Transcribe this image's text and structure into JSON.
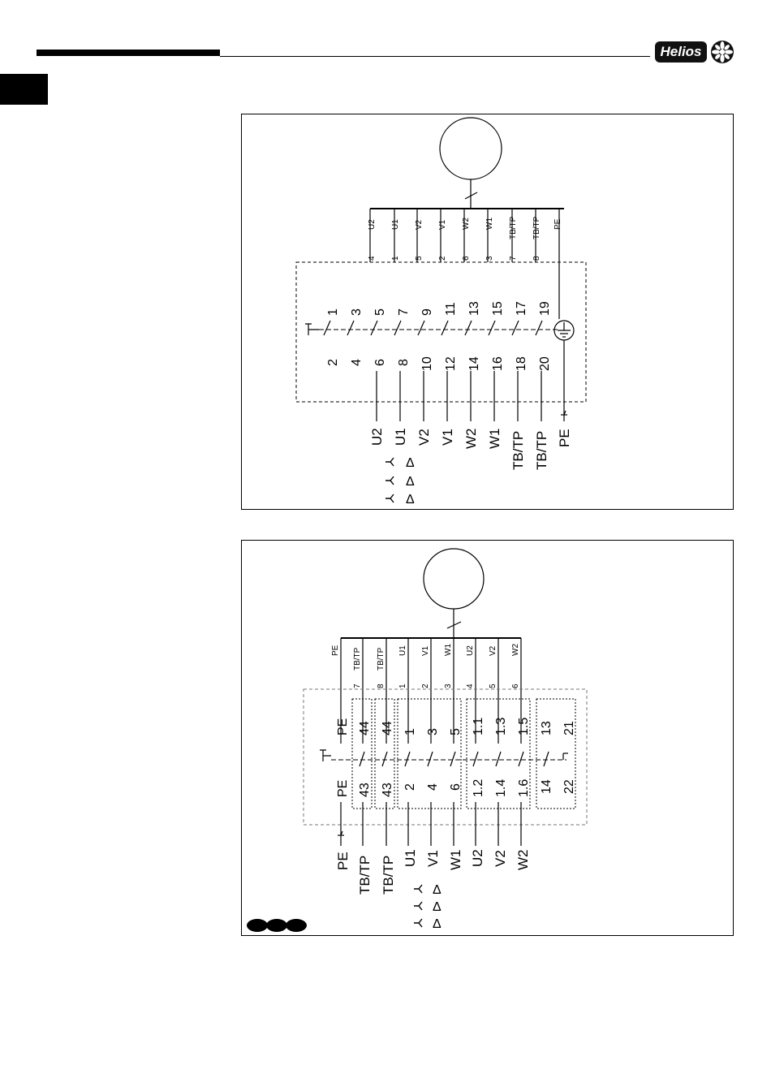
{
  "brand": "Helios",
  "diagram_a": {
    "top_labels": [
      "U2",
      "U1",
      "V2",
      "V1",
      "W2",
      "W1",
      "TB/TP",
      "TB/TP",
      "PE"
    ],
    "wire_numbers": [
      "4",
      "1",
      "5",
      "2",
      "6",
      "3",
      "7",
      "8"
    ],
    "upper_terminals": [
      "1",
      "3",
      "5",
      "7",
      "9",
      "11",
      "13",
      "15",
      "17",
      "19"
    ],
    "lower_terminals": [
      "2",
      "4",
      "6",
      "8",
      "10",
      "12",
      "14",
      "16",
      "18",
      "20"
    ],
    "bottom_labels": [
      "U2",
      "U1",
      "V2",
      "V1",
      "W2",
      "W1",
      "TB/TP",
      "TB/TP",
      "PE"
    ]
  },
  "diagram_b": {
    "top_labels": [
      "PE",
      "TB/TP",
      "TB/TP",
      "U1",
      "V1",
      "W1",
      "U2",
      "V2",
      "W2"
    ],
    "wire_numbers": [
      "7",
      "8",
      "1",
      "2",
      "3",
      "4",
      "5",
      "6"
    ],
    "upper_terminals": [
      "PE",
      "44",
      "44",
      "1",
      "3",
      "5",
      "1.1",
      "1.3",
      "1.5",
      "13",
      "21"
    ],
    "lower_terminals": [
      "PE",
      "43",
      "43",
      "2",
      "4",
      "6",
      "1.2",
      "1.4",
      "1.6",
      "14",
      "22"
    ],
    "bottom_labels": [
      "PE",
      "TB/TP",
      "TB/TP",
      "U1",
      "V1",
      "W1",
      "U2",
      "V2",
      "W2"
    ]
  },
  "connection_symbols": [
    "Y",
    "Δ"
  ]
}
